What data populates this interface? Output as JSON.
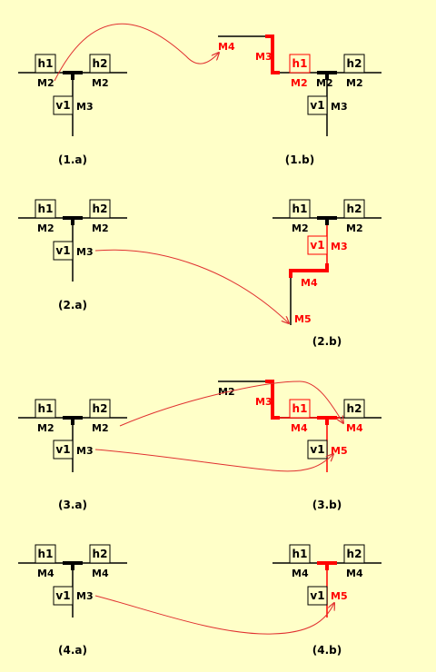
{
  "colors": {
    "background": "#ffffc8",
    "line": "#000000",
    "highlight": "#ff0000",
    "arrow": "#e03030"
  },
  "panels": {
    "p1a": {
      "caption": "(1.a)",
      "h1": "h1",
      "h2": "h2",
      "v1": "v1",
      "m_left": "M2",
      "m_right": "M2",
      "m_down": "M3"
    },
    "p1b": {
      "caption": "(1.b)",
      "h1": "h1",
      "h2": "h2",
      "v1": "v1",
      "m_left": "M2",
      "m_right": "M2",
      "m_down": "M3",
      "red_h1": "h1",
      "red_m_below": "M2",
      "red_m_riser": "M3",
      "red_m_top": "M4"
    },
    "p2a": {
      "caption": "(2.a)",
      "h1": "h1",
      "h2": "h2",
      "v1": "v1",
      "m_left": "M2",
      "m_right": "M2",
      "m_down": "M3"
    },
    "p2b": {
      "caption": "(2.b)",
      "h1": "h1",
      "h2": "h2",
      "m_left": "M2",
      "m_right": "M2",
      "red_v1": "v1",
      "red_m_down": "M3",
      "red_m_step": "M4",
      "red_m_bottom": "M5"
    },
    "p3a": {
      "caption": "(3.a)",
      "h1": "h1",
      "h2": "h2",
      "v1": "v1",
      "m_left": "M2",
      "m_right": "M2",
      "m_down": "M3"
    },
    "p3b": {
      "caption": "(3.b)",
      "h2": "h2",
      "v1": "v1",
      "m_top": "M2",
      "red_h1": "h1",
      "red_m_riser": "M3",
      "red_m_left": "M4",
      "red_m_right": "M4",
      "red_m_down": "M5"
    },
    "p4a": {
      "caption": "(4.a)",
      "h1": "h1",
      "h2": "h2",
      "v1": "v1",
      "m_left": "M4",
      "m_right": "M4",
      "m_down": "M3"
    },
    "p4b": {
      "caption": "(4.b)",
      "h1": "h1",
      "h2": "h2",
      "v1": "v1",
      "m_left": "M4",
      "m_right": "M4",
      "red_m_down": "M5"
    }
  }
}
